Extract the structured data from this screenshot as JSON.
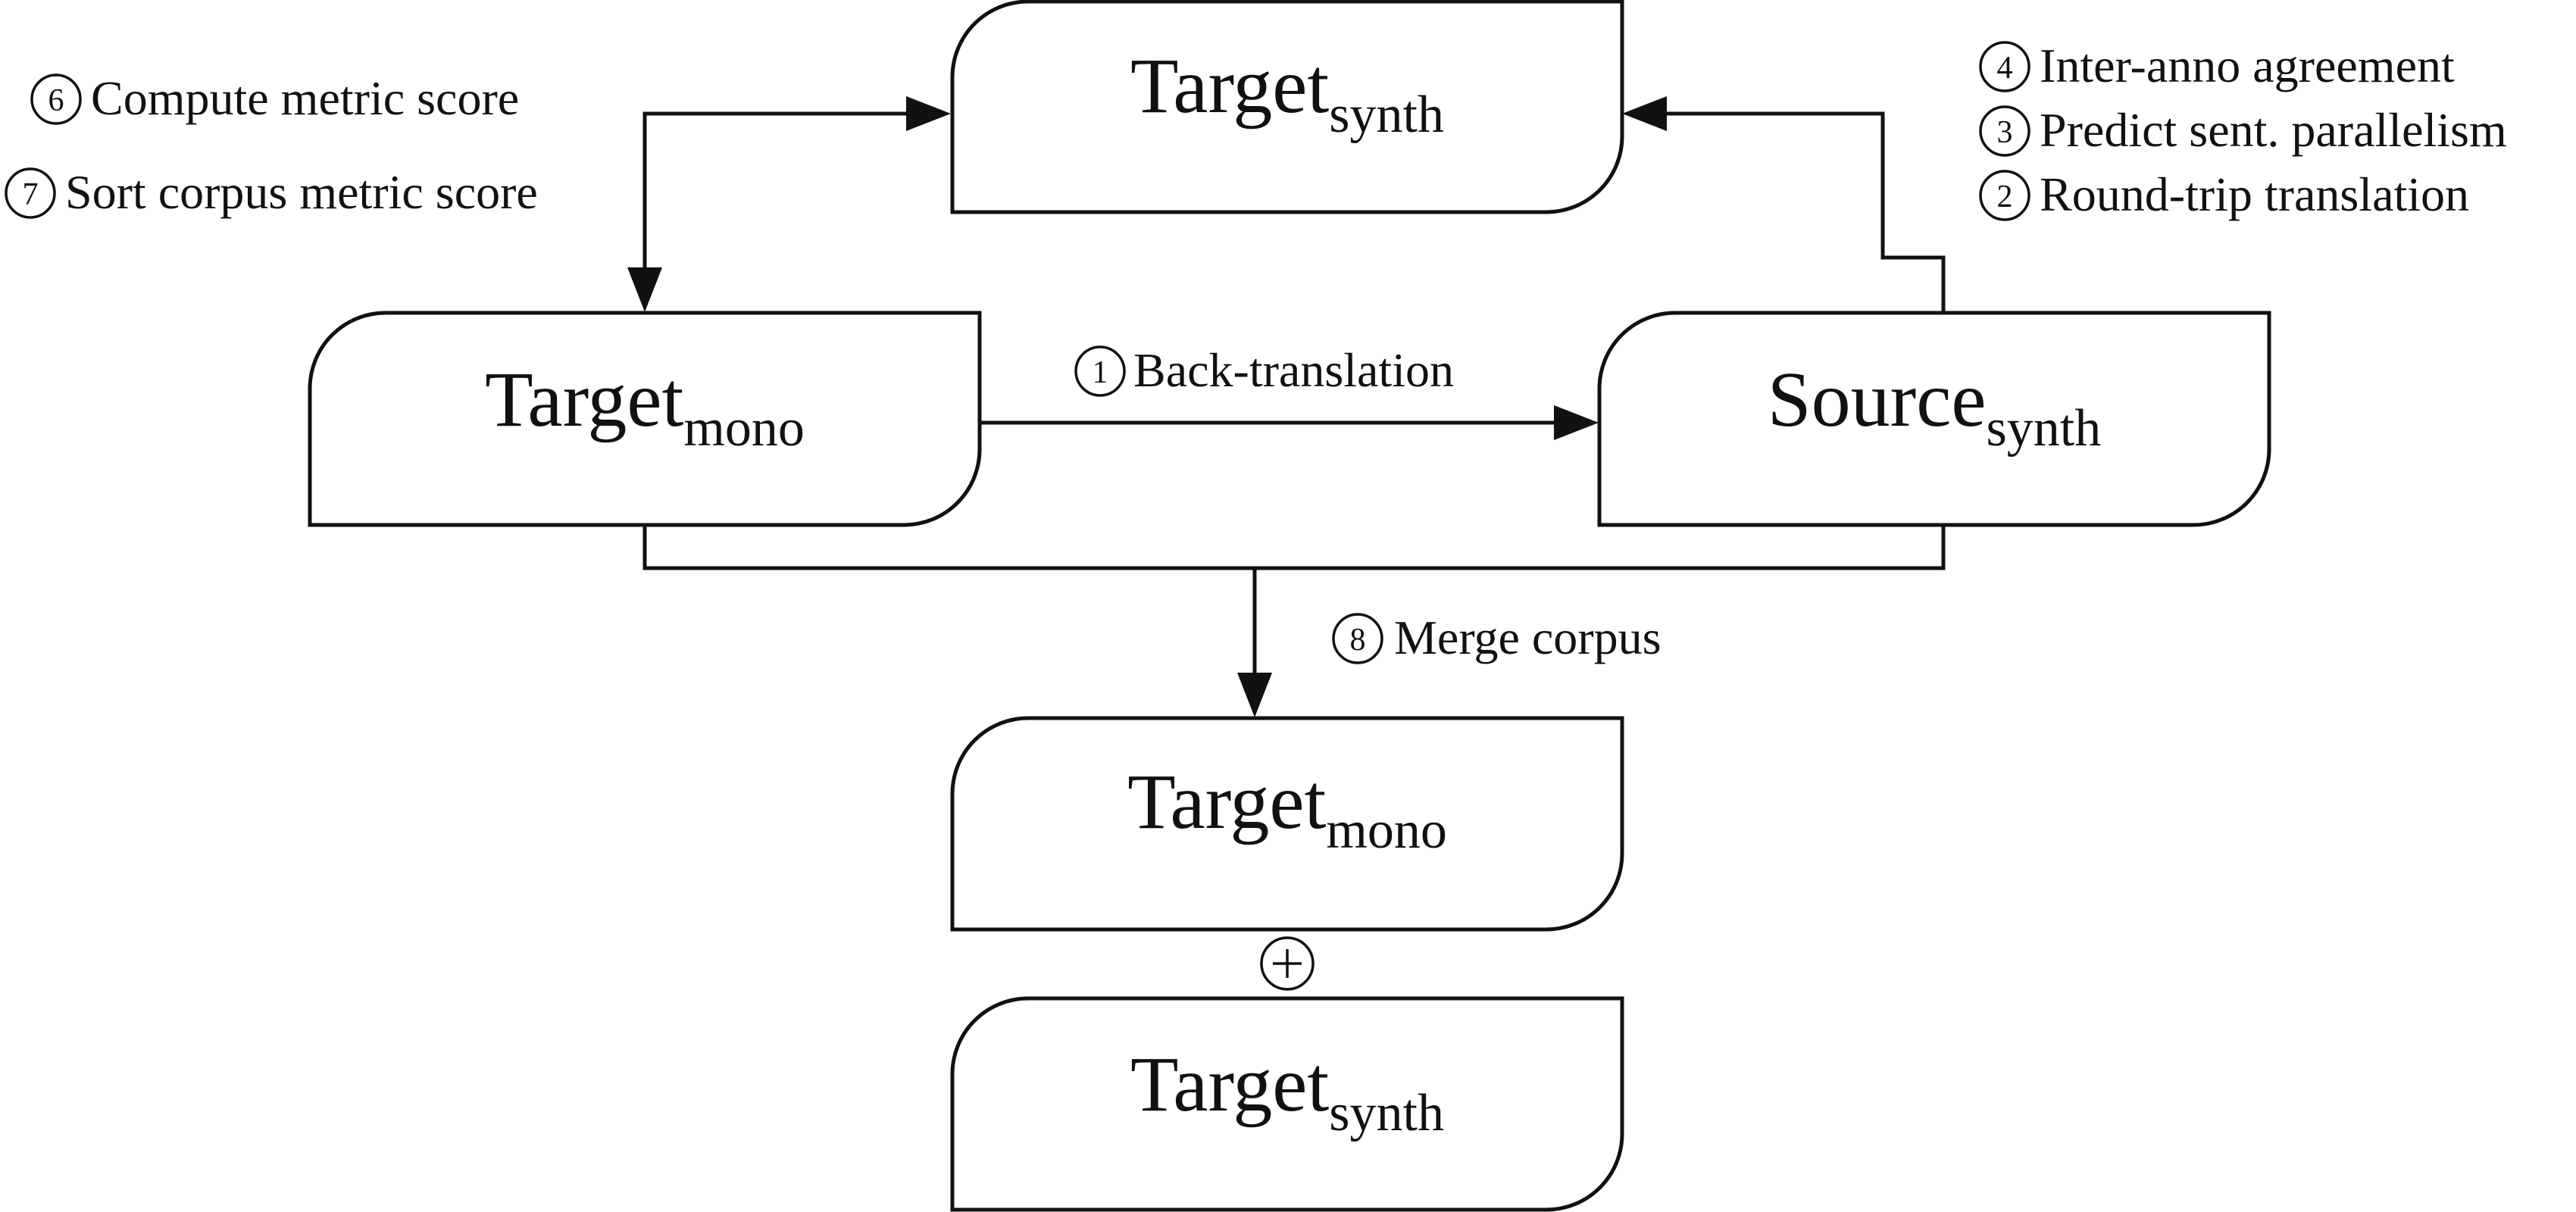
{
  "nodes": {
    "target_synth_top": {
      "main": "Target",
      "sub": "synth"
    },
    "target_mono": {
      "main": "Target",
      "sub": "mono"
    },
    "source_synth": {
      "main": "Source",
      "sub": "synth"
    },
    "merged_target_mono": {
      "main": "Target",
      "sub": "mono"
    },
    "merged_target_synth": {
      "main": "Target",
      "sub": "synth"
    }
  },
  "steps": {
    "compute_metric": {
      "number": "6",
      "label": "Compute metric score"
    },
    "sort_corpus": {
      "number": "7",
      "label": "Sort corpus metric score"
    },
    "inter_anno": {
      "number": "4",
      "label": "Inter-anno agreement"
    },
    "predict_parallelism": {
      "number": "3",
      "label": "Predict sent. parallelism"
    },
    "round_trip": {
      "number": "2",
      "label": "Round-trip translation"
    },
    "back_translation": {
      "number": "1",
      "label": "Back-translation"
    },
    "merge_corpus": {
      "number": "8",
      "label": "Merge corpus"
    }
  },
  "concat_symbol": "plus-circle-icon"
}
